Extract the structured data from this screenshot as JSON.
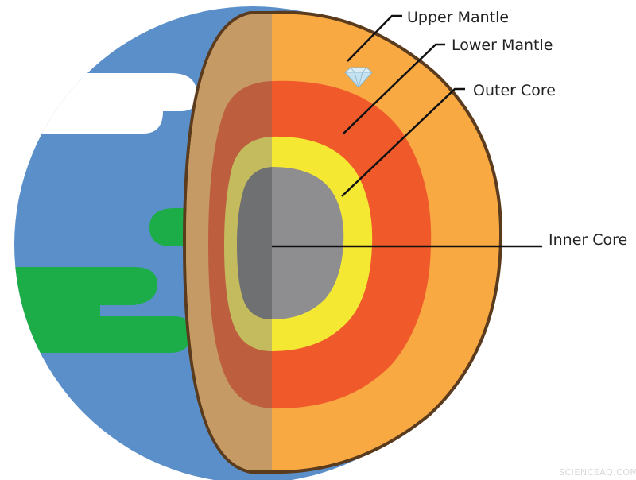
{
  "labels": {
    "upper_mantle": "Upper Mantle",
    "lower_mantle": "Lower Mantle",
    "outer_core": "Outer Core",
    "inner_core": "Inner Core"
  },
  "watermark": "SCIENCEAQ.COM",
  "colors": {
    "ocean": "#5b8fc9",
    "land": "#1cad48",
    "cloud": "#ffffff",
    "crust_outline": "#5a3b1e",
    "upper_mantle": "#f8a942",
    "lower_mantle": "#f05a2b",
    "outer_core": "#f4e832",
    "inner_core": "#8e8e90",
    "left_crust_shadow": "#c59a64",
    "left_lower_shadow": "#bd5f3f",
    "left_outer_shadow": "#c4bb5e",
    "left_inner_shadow": "#6f7072",
    "leader_line": "#111111"
  },
  "icons": {
    "diamond": "diamond-icon"
  }
}
